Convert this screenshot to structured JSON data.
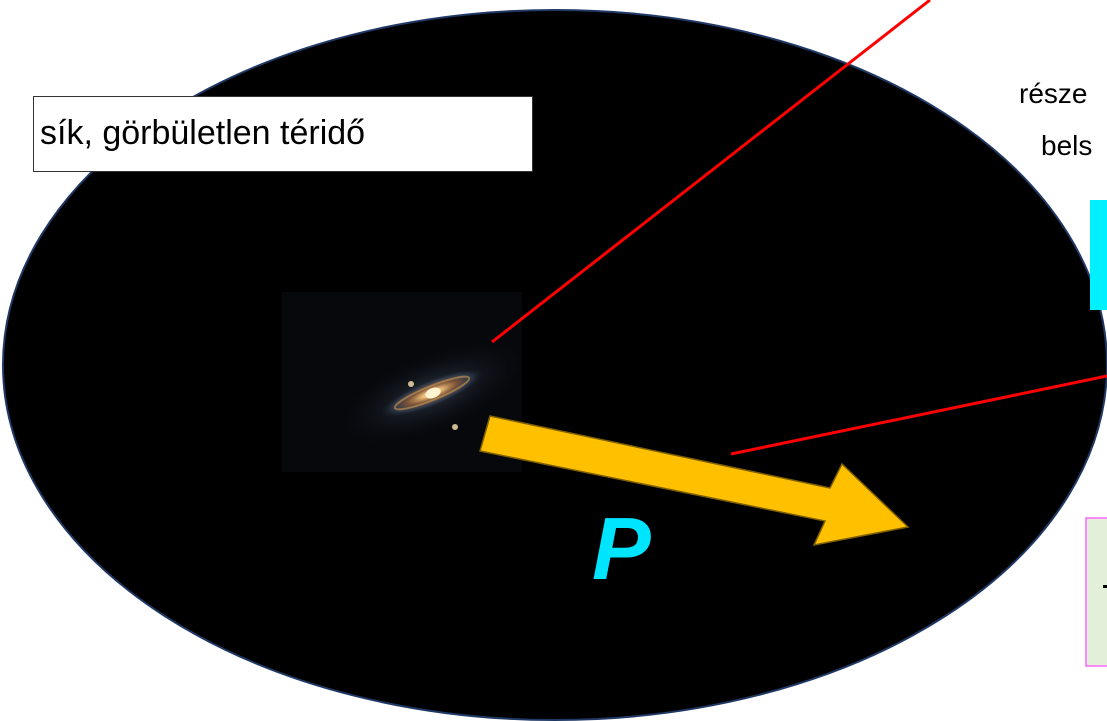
{
  "plane_label": "sík, görbületlen téridő",
  "momentum_label": "P",
  "right_text": {
    "line1": "része",
    "line2": "bels"
  },
  "colors": {
    "spacetime": "#000000",
    "arrow": "#ffc000",
    "arrow_outline": "#7f6000",
    "pointer_lines": "#ff0000",
    "momentum_label": "#00e5ff",
    "cyan_glyph": "#00f0ff",
    "side_box_fill": "#e2efd9",
    "side_box_border": "#ff66ff"
  }
}
